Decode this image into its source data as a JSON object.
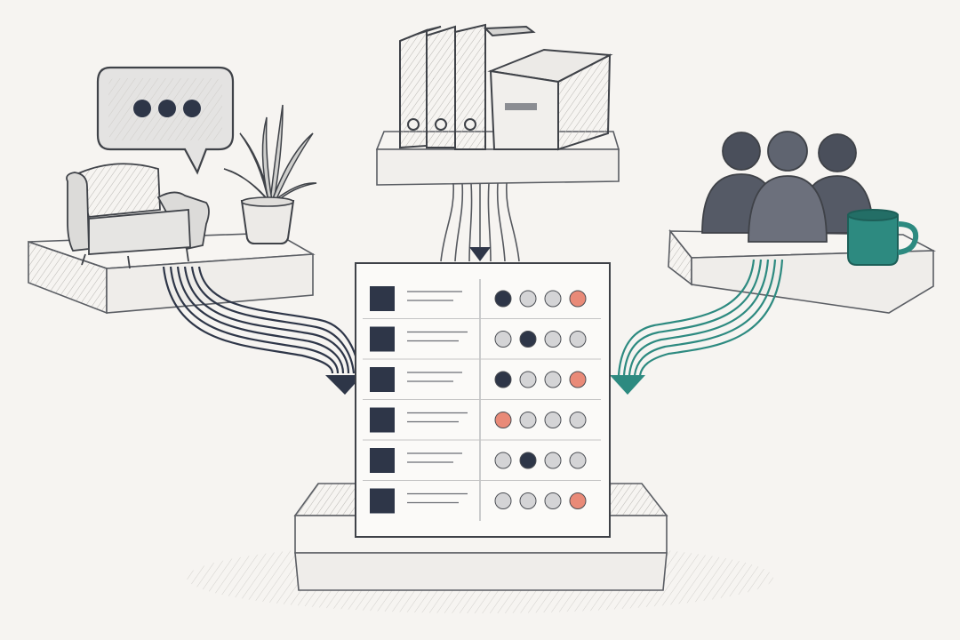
{
  "colors": {
    "background": "#f6f4f1",
    "navy": "#2e3648",
    "teal": "#2d8a80",
    "coral": "#e98a78",
    "light_dot": "#d4d4d6",
    "paper": "#fbfaf8",
    "platform": "#f4f2ef",
    "line": "#54575d"
  },
  "inputs": [
    {
      "id": "conversation-space",
      "icons": [
        "speech-bubble-icon",
        "armchair-icon",
        "potted-plant-icon"
      ],
      "flow_color": "navy"
    },
    {
      "id": "records",
      "icons": [
        "binder-icon",
        "storage-box-icon"
      ],
      "flow_color": "navy"
    },
    {
      "id": "team",
      "icons": [
        "people-group-icon",
        "mug-icon"
      ],
      "flow_color": "teal"
    }
  ],
  "matrix": {
    "rows": [
      {
        "dots": [
          "navy",
          "light",
          "light",
          "coral"
        ]
      },
      {
        "dots": [
          "light",
          "navy",
          "light",
          "light"
        ]
      },
      {
        "dots": [
          "navy",
          "light",
          "light",
          "coral"
        ]
      },
      {
        "dots": [
          "coral",
          "light",
          "light",
          "light"
        ]
      },
      {
        "dots": [
          "light",
          "navy",
          "light",
          "light"
        ]
      },
      {
        "dots": [
          "light",
          "light",
          "light",
          "coral"
        ]
      }
    ]
  }
}
